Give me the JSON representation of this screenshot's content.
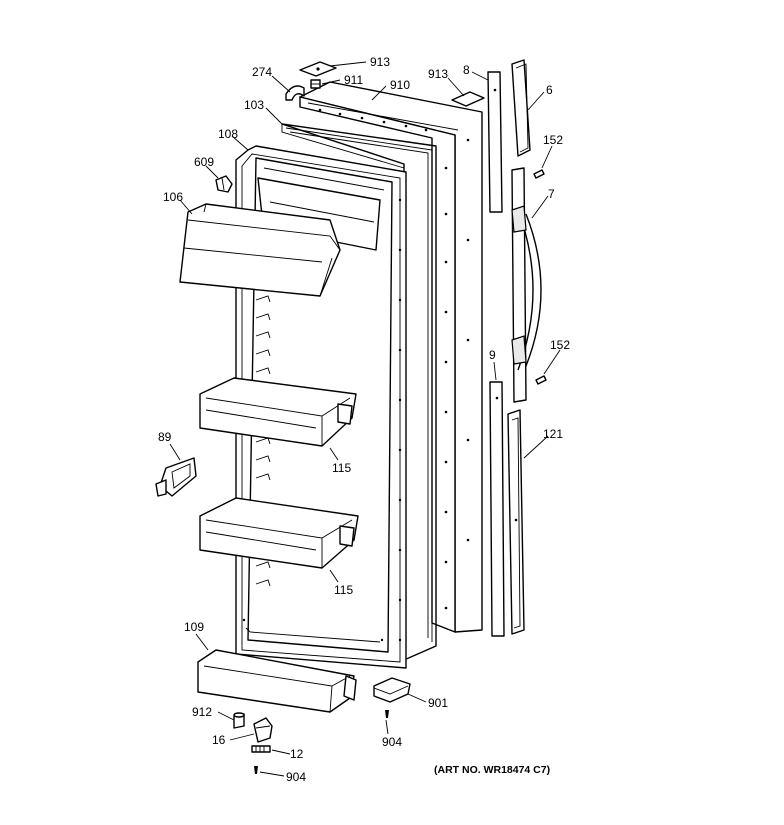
{
  "title": "",
  "art_number": "(ART NO. WR18474 C7)",
  "callouts": [
    {
      "id": "913-top",
      "text": "913"
    },
    {
      "id": "911",
      "text": "911"
    },
    {
      "id": "274",
      "text": "274"
    },
    {
      "id": "910",
      "text": "910"
    },
    {
      "id": "913-right",
      "text": "913"
    },
    {
      "id": "8",
      "text": "8"
    },
    {
      "id": "6",
      "text": "6"
    },
    {
      "id": "103",
      "text": "103"
    },
    {
      "id": "108",
      "text": "108"
    },
    {
      "id": "609",
      "text": "609"
    },
    {
      "id": "152-top",
      "text": "152"
    },
    {
      "id": "7",
      "text": "7"
    },
    {
      "id": "106",
      "text": "106"
    },
    {
      "id": "152-bottom",
      "text": "152"
    },
    {
      "id": "9",
      "text": "9"
    },
    {
      "id": "89",
      "text": "89"
    },
    {
      "id": "121",
      "text": "121"
    },
    {
      "id": "115-upper",
      "text": "115"
    },
    {
      "id": "115-lower",
      "text": "115"
    },
    {
      "id": "109",
      "text": "109"
    },
    {
      "id": "901",
      "text": "901"
    },
    {
      "id": "912",
      "text": "912"
    },
    {
      "id": "904-right",
      "text": "904"
    },
    {
      "id": "16",
      "text": "16"
    },
    {
      "id": "12",
      "text": "12"
    },
    {
      "id": "904-bottom",
      "text": "904"
    }
  ]
}
